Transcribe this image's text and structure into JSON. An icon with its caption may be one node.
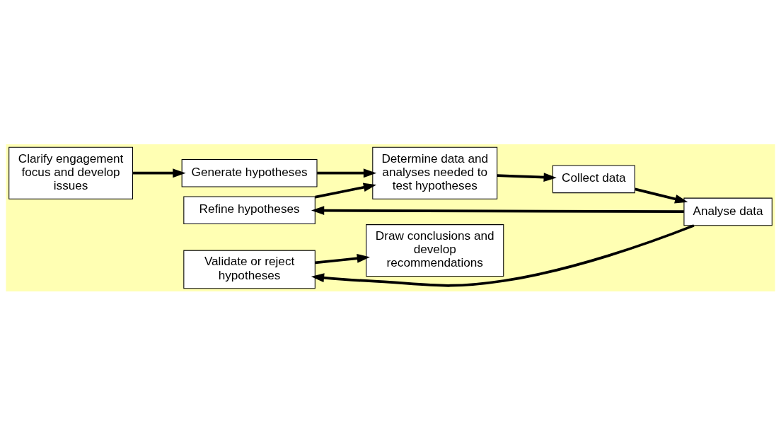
{
  "diagram": {
    "nodes": [
      {
        "text": [
          "Clarify engagement focus and develop issues"
        ]
      },
      {
        "text": [
          "Generate hypotheses"
        ]
      },
      {
        "text": [
          "Refine hypotheses"
        ]
      },
      {
        "text": [
          "Validate or reject hypotheses"
        ]
      },
      {
        "text": [
          "Draw conclusions and develop recommendations"
        ]
      },
      {
        "text": [
          "Analyse data"
        ]
      },
      {
        "text": [
          "Determine data and analyses needed to test hypotheses"
        ]
      },
      {
        "text": [
          "Collect data"
        ]
      }
    ],
    "edges": [
      {
        "from": 0,
        "to": 1,
        "arrow": "to"
      },
      {
        "from": 1,
        "to": 6,
        "arrow": "to"
      },
      {
        "from": 2,
        "to": 6,
        "arrow": "to"
      },
      {
        "from": 3,
        "to": 4,
        "arrow": "to"
      },
      {
        "from": 6,
        "to": 7,
        "arrow": "to"
      },
      {
        "from": 7,
        "to": 5,
        "arrow": "to"
      },
      {
        "from": 5,
        "to": 2,
        "arrow": "to"
      },
      {
        "from": 5,
        "to": 3,
        "arrow": "to"
      }
    ]
  }
}
